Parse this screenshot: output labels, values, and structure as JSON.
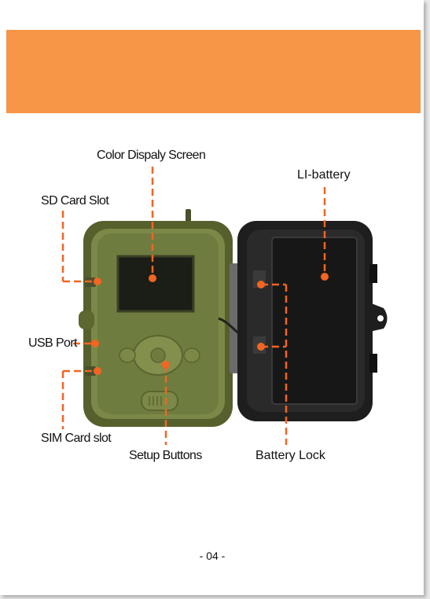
{
  "labels": {
    "screen": "Color Dispaly Screen",
    "battery": "LI-battery",
    "sd": "SD Card Slot",
    "usb": "USB Port",
    "sim": "SIM Card slot",
    "setup": "Setup Buttons",
    "lock": "Battery Lock"
  },
  "page_number": "- 04 -",
  "colors": {
    "banner": "#f79646",
    "callout": "#f26522",
    "camera_body": "#6f7c3f",
    "battery_case": "#2a2a2a"
  }
}
